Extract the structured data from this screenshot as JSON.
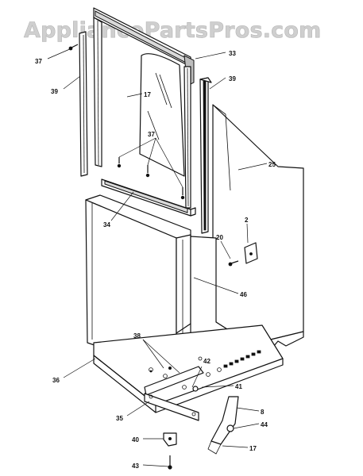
{
  "watermark": {
    "text": "AppliancePartsPros.com"
  },
  "callouts": {
    "c37a": "37",
    "c39a": "39",
    "c33": "33",
    "c39b": "39",
    "c17a": "17",
    "c37b": "37",
    "c25": "25",
    "c34": "34",
    "c2": "2",
    "c20": "20",
    "c46": "46",
    "c38": "38",
    "c42": "42",
    "c41": "41",
    "c36": "36",
    "c35": "35",
    "c8": "8",
    "c44": "44",
    "c40": "40",
    "c17b": "17",
    "c43": "43"
  },
  "colors": {
    "line": "#111111",
    "watermark": "#cfcfcf",
    "background": "#ffffff"
  }
}
